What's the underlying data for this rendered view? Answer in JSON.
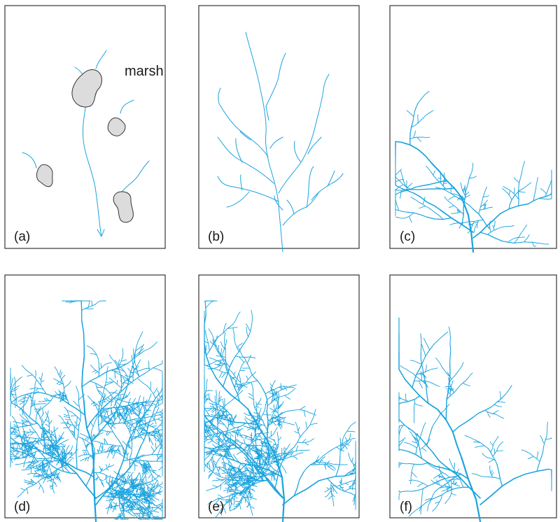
{
  "colors": {
    "stream": "#1aa3dd",
    "marsh_fill": "#dcdcdc",
    "frame": "#222222"
  },
  "panels": [
    {
      "label": "(a)",
      "annotation": "marsh"
    },
    {
      "label": "(b)"
    },
    {
      "label": "(c)"
    },
    {
      "label": "(d)"
    },
    {
      "label": "(e)"
    },
    {
      "label": "(f)"
    }
  ]
}
